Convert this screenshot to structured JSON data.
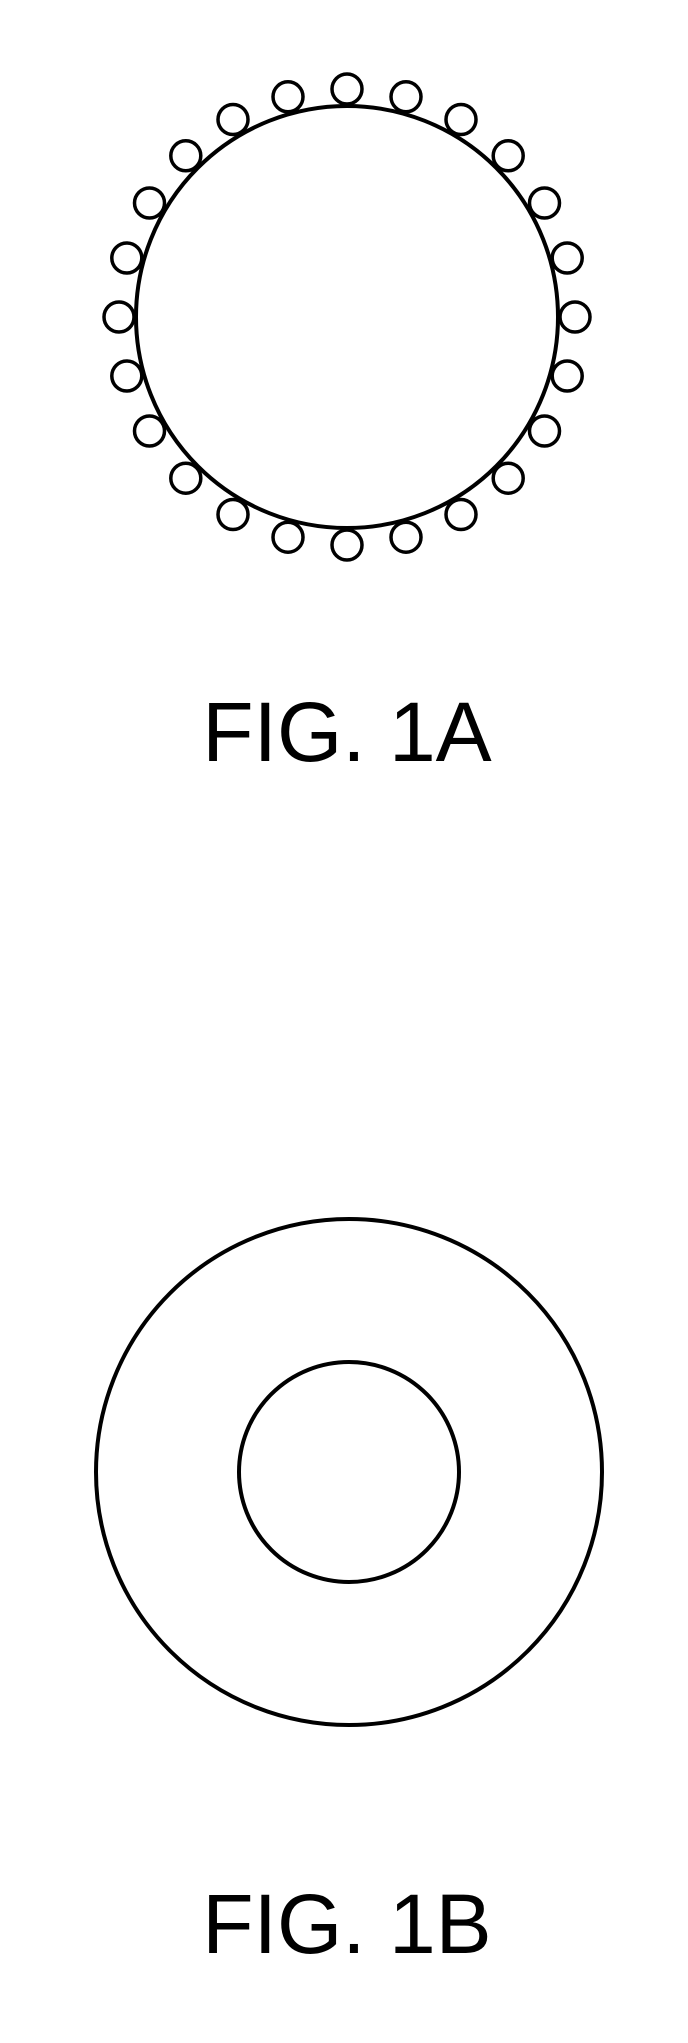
{
  "figures": [
    {
      "caption": "FIG. 1A",
      "elements": {
        "core_sphere": "large-circle",
        "surface_particles": {
          "shape": "small-circle",
          "count": 24
        }
      }
    },
    {
      "caption": "FIG. 1B",
      "elements": {
        "outer_shell": "large-circle",
        "inner_core": "circle"
      }
    }
  ],
  "colors": {
    "line": "#000000",
    "background": "#ffffff"
  }
}
